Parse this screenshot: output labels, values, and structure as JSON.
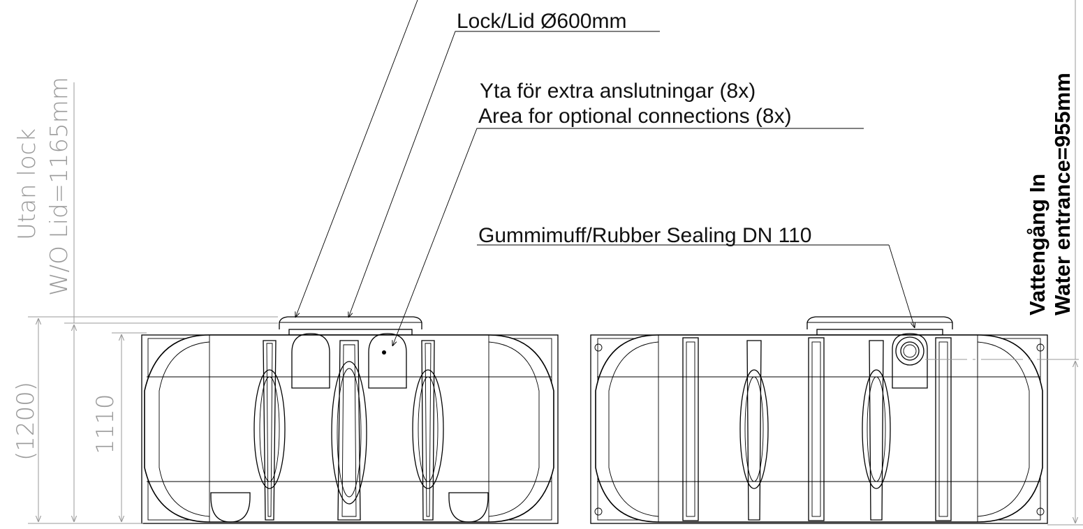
{
  "callouts": {
    "lid": "Lock/Lid Ø600mm",
    "optional_sv": "Yta för extra anslutningar (8x)",
    "optional_en": "Area for optional connections (8x)",
    "sealing": "Gummimuff/Rubber Sealing DN 110"
  },
  "dimensions": {
    "without_lid_sv": "Utan lock",
    "without_lid_en": "W/O Lid=1165mm",
    "overall": "(1200)",
    "body_height": "1110",
    "water_entrance_sv": "Vattengång In",
    "water_entrance_en": "Water entrance=955mm"
  }
}
